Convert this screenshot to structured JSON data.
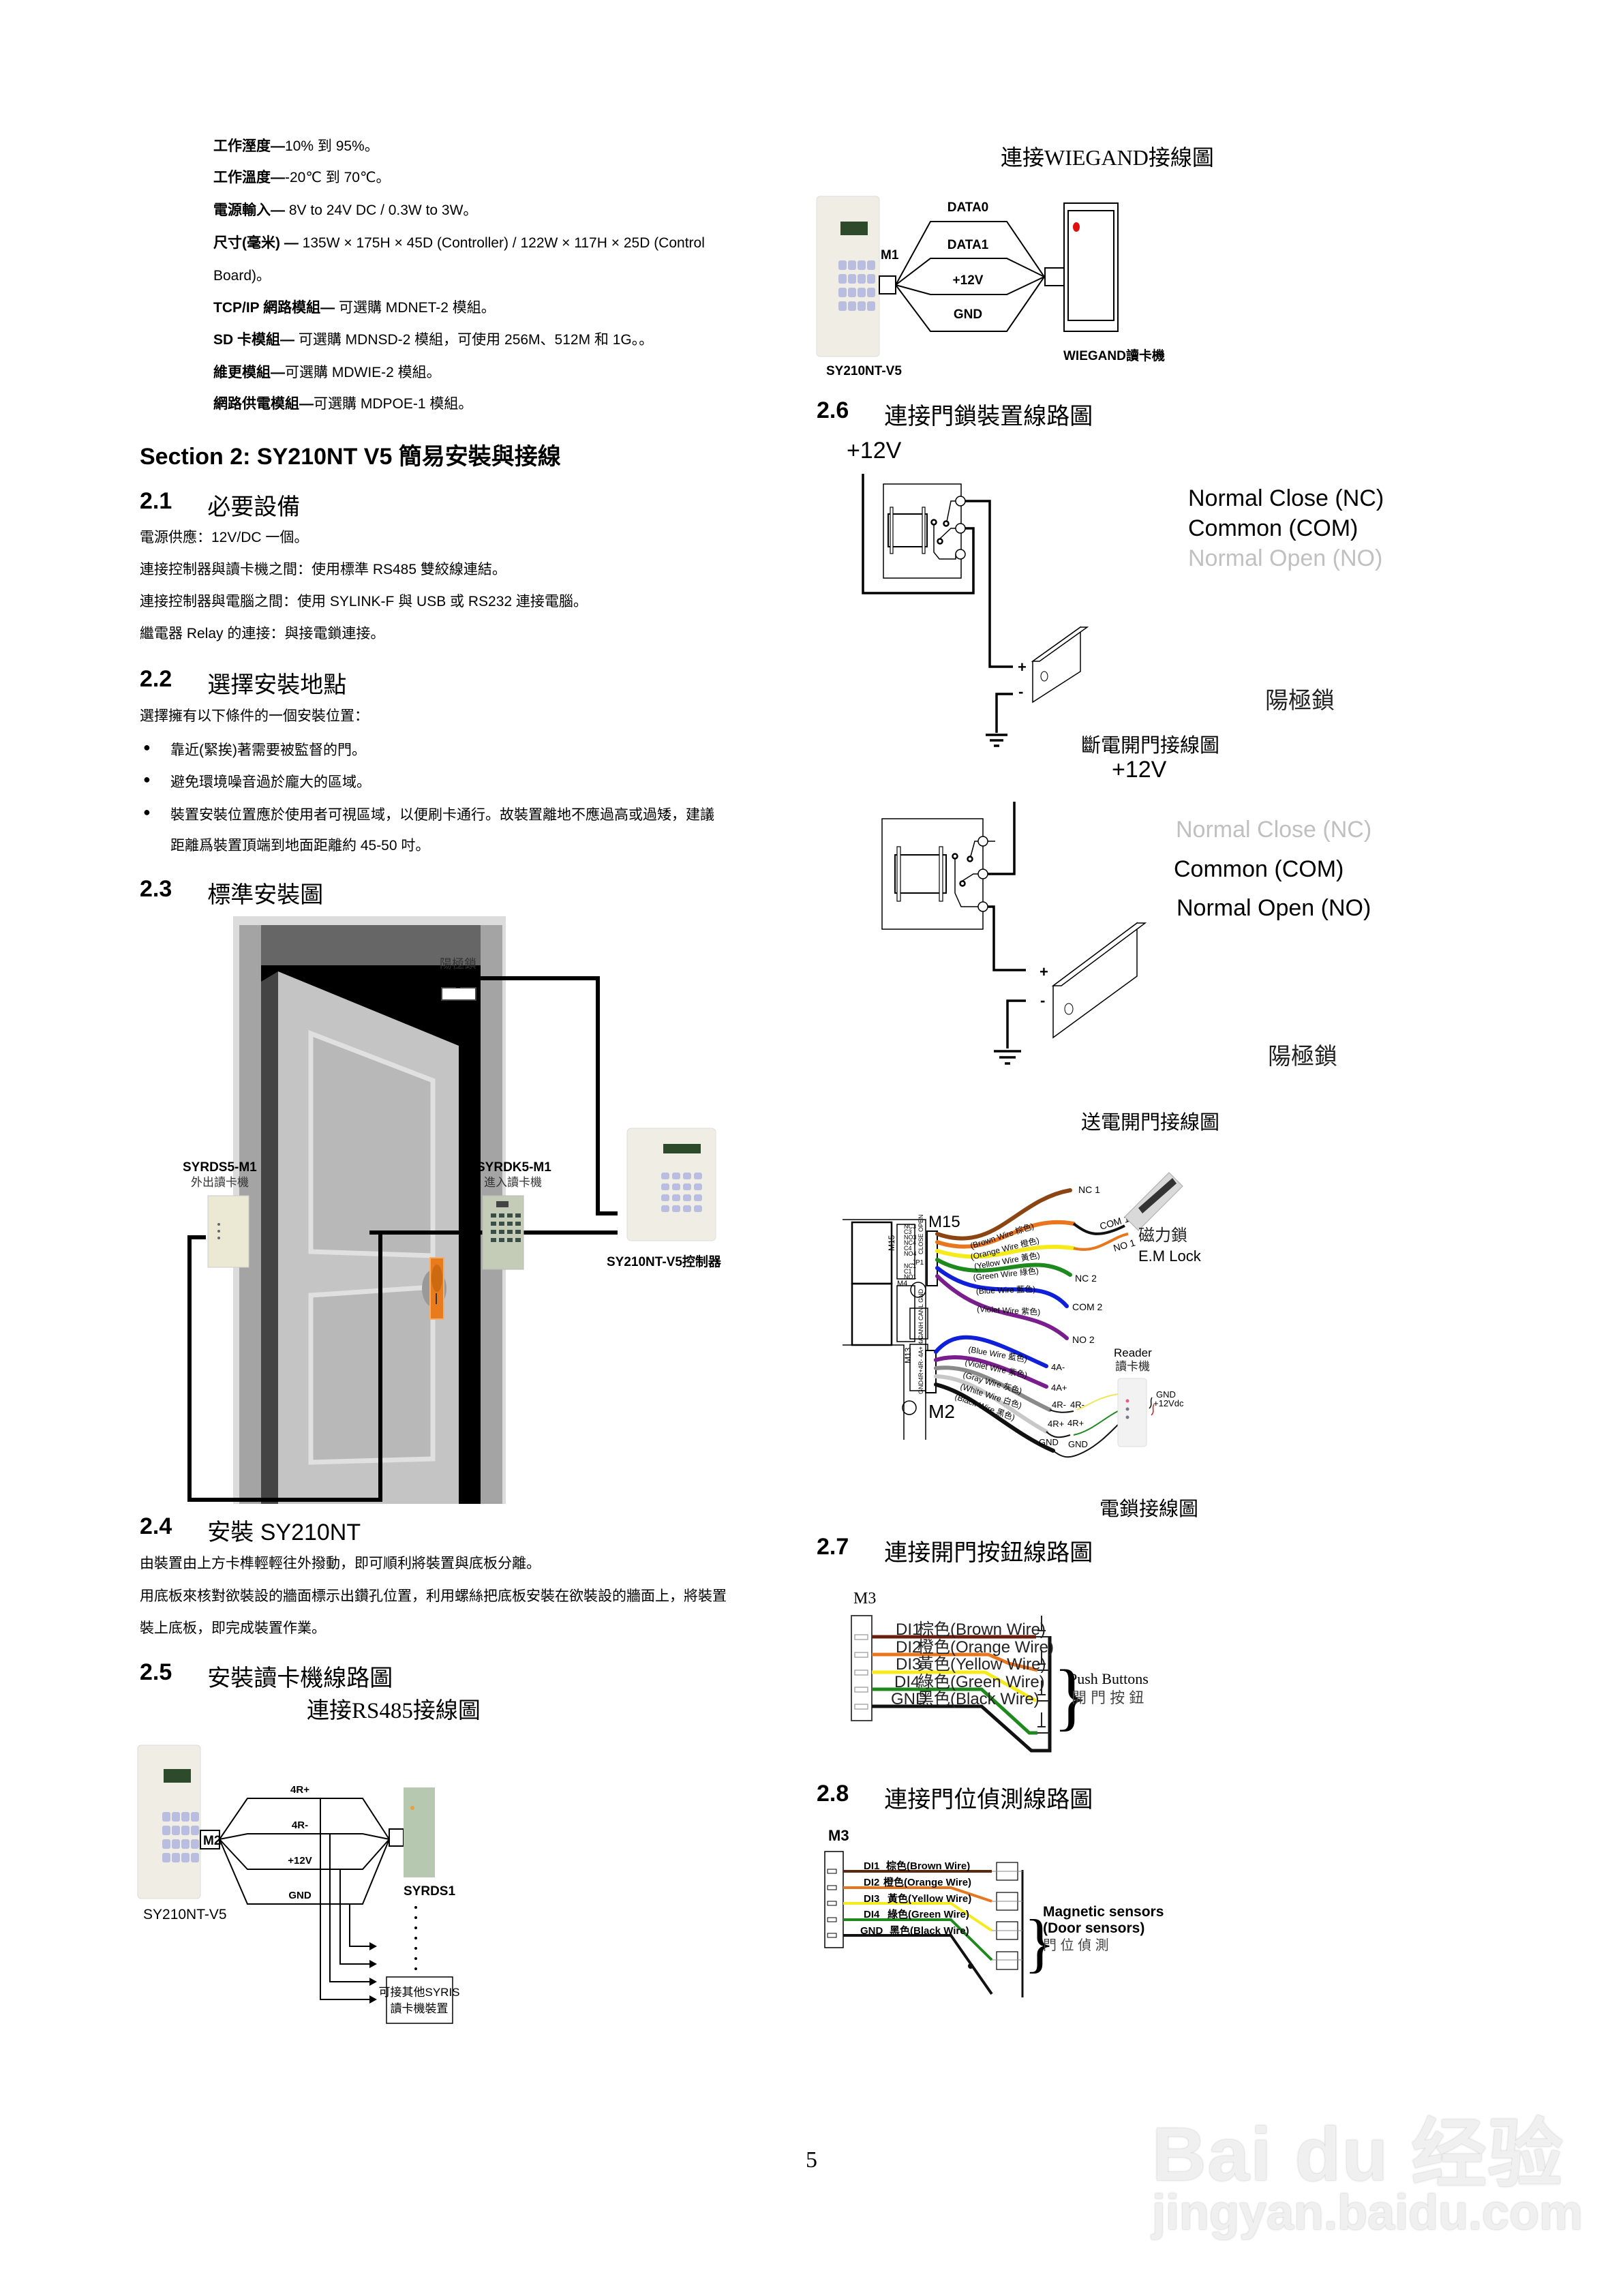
{
  "specs": [
    {
      "label": "工作溼度—",
      "value": "10%  到 95%。",
      "label_bold": true
    },
    {
      "label": "工作溫度—",
      "value": "-20℃  到  70℃。",
      "label_bold": true
    },
    {
      "label": "電源輸入—",
      "value": " 8V to 24V DC / 0.3W to 3W。",
      "label_bold": true
    },
    {
      "label": "尺寸(毫米) — ",
      "value": "135W × 175H × 45D (Controller) / 122W × 117H × 25D (Control",
      "label_bold": true
    },
    {
      "label": "",
      "value": "Board)。",
      "label_bold": false
    },
    {
      "label": "TCP/IP 網路模組— ",
      "value": " 可選購 MDNET-2 模組。",
      "label_bold": true
    },
    {
      "label": "SD 卡模組— ",
      "value": " 可選購 MDNSD-2 模組，可使用 256M、512M 和 1G。。",
      "label_bold": true
    },
    {
      "label": "維更模組—",
      "value": "可選購 MDWIE-2 模組。",
      "label_bold": true
    },
    {
      "label": "網路供電模組—",
      "value": "可選購 MDPOE-1 模組。",
      "label_bold": true
    }
  ],
  "section_title": "Section 2: SY210NT V5 簡易安裝與接線",
  "s21": {
    "num": "2.1",
    "title": "必要設備",
    "lines": [
      "電源供應：12V/DC  一個。",
      "連接控制器與讀卡機之間：使用標準 RS485 雙絞線連結。",
      "連接控制器與電腦之間：使用 SYLINK-F 與 USB 或 RS232 連接電腦。",
      "繼電器 Relay 的連接：與接電鎖連接。"
    ]
  },
  "s22": {
    "num": "2.2",
    "title": "選擇安裝地點",
    "intro": "選擇擁有以下條件的一個安裝位置：",
    "bullets": [
      "靠近(緊挨)著需要被監督的門。",
      "避免環境噪音過於龐大的區域。",
      "裝置安裝位置應於使用者可視區域，以便刷卡通行。故裝置離地不應過高或過矮，建議",
      "距離爲裝置頂端到地面距離約 45-50  吋。"
    ]
  },
  "s23": {
    "num": "2.3",
    "title": "標準安裝圖",
    "lock_label": "陽極鎖",
    "left_reader_model": "SYRDS5-M1",
    "left_reader_desc": "外出讀卡機",
    "right_reader_model": "SYRDK5-M1",
    "right_reader_desc": "進入讀卡機",
    "controller_label": "SY210NT-V5控制器"
  },
  "s24": {
    "num": "2.4",
    "title": "安裝 SY210NT",
    "lines": [
      "由裝置由上方卡榫輕輕往外撥動，即可順利將裝置與底板分離。",
      "用底板來核對欲裝設的牆面標示出鑽孔位置，利用螺絲把底板安裝在欲裝設的牆面上，將裝置",
      "裝上底板，即完成裝置作業。"
    ]
  },
  "s25": {
    "num": "2.5",
    "title": "安裝讀卡機線路圖",
    "diagram_title": "連接RS485接線圖",
    "port": "M2",
    "wires": [
      "4R+",
      "4R-",
      "+12V",
      "GND"
    ],
    "controller_label": "SY210NT-V5",
    "reader_label": "SYRDS1",
    "other_box_line1": "可接其他SYRIS",
    "other_box_line2": "讀卡機裝置"
  },
  "wiegand": {
    "diagram_title": "連接WIEGAND接線圖",
    "port": "M1",
    "wires": [
      "DATA0",
      "DATA1",
      "+12V",
      "GND"
    ],
    "controller_label": "SY210NT-V5",
    "reader_label": "WIEGAND讀卡機"
  },
  "s26": {
    "num": "2.6",
    "title": "連接門鎖裝置線路圖",
    "diagram1": {
      "supply": "+12V",
      "nc": "Normal Close  (NC)",
      "com": "Common (COM)",
      "no": "Normal Open (NO)",
      "plus": "+",
      "minus": "-",
      "lock": "陽極鎖",
      "caption": "斷電開門接線圖"
    },
    "diagram2": {
      "supply": "+12V",
      "nc": "Normal Close    (NC)",
      "com": "Common   (COM)",
      "no": "Normal Open    (NO)",
      "plus": "+",
      "minus": "-",
      "lock": "陽極鎖",
      "caption": "送電開門接線圖"
    }
  },
  "emlock": {
    "caption": "電鎖接線圖",
    "port_top": "M15",
    "port_bottom": "M2",
    "top_wires": [
      {
        "label": "(Brown Wire 棕色)",
        "end": "NC 1",
        "color": "#8B4513"
      },
      {
        "label": "(Orange Wire 橙色)",
        "end": "COM 1",
        "color": "#E8761E"
      },
      {
        "label": "(Yellow Wire 黃色)",
        "end": "NO 1",
        "color": "#F5EB1A"
      },
      {
        "label": "(Green Wire 綠色)",
        "end": "NC 2",
        "color": "#1E8A1E"
      },
      {
        "label": "(Blue Wire 藍色)",
        "end": "COM 2",
        "color": "#1020D8"
      },
      {
        "label": "(Violet Wire 紫色)",
        "end": "NO 2",
        "color": "#7A1E8E"
      }
    ],
    "bottom_wires": [
      {
        "label": "(Blue Wire 藍色)",
        "end": "4A-",
        "color": "#1020D8"
      },
      {
        "label": "(Violet Wire 紫色)",
        "end": "4A+",
        "color": "#7A1E8E"
      },
      {
        "label": "(Gray Wire 灰色)",
        "end": "4R-",
        "color": "#8A8A8A"
      },
      {
        "label": "(White Wire 白色)",
        "end": "4R+",
        "color": "#C8C8C8"
      },
      {
        "label": "(Black  Wire 黑色)",
        "end": "GND",
        "color": "#111111"
      }
    ],
    "reader_terms": [
      "4R-",
      "4R+",
      "GND"
    ],
    "lock_label_cn": "磁力鎖",
    "lock_label_en": "E.M  Lock",
    "reader_label_en": "Reader",
    "reader_label_cn": "讀卡機",
    "reader_power_gnd": "GND",
    "reader_power_v": "+12Vdc",
    "pcb_labels": {
      "m15": "M15",
      "m4": "M4",
      "m13": "M13",
      "m7": "M7",
      "jp1": "JP1",
      "relay3": [
        "NC3",
        "C3",
        "NO3",
        "NC4",
        "C4",
        "NO4"
      ],
      "relay1": [
        "NC1",
        "C1",
        "NO1"
      ],
      "nc2": "NC2",
      "canbus": "CANBUS",
      "jp_side": "CLOSE OPEN",
      "can_side": "CANH CANL GND",
      "m2_side": "GND4R+4R- 4A+ 4A-"
    }
  },
  "s27": {
    "num": "2.7",
    "title": "連接開門按鈕線路圖",
    "port": "M3",
    "wires": [
      {
        "id": "DI1",
        "label": "棕色(Brown Wire)",
        "color": "#5a2a10"
      },
      {
        "id": "DI2",
        "label": "橙色(Orange Wire)",
        "color": "#E8761E"
      },
      {
        "id": "DI3",
        "label": "黃色(Yellow Wire)",
        "color": "#F5EB1A"
      },
      {
        "id": "DI4",
        "label": "綠色(Green Wire)",
        "color": "#1E8A1E"
      },
      {
        "id": "GND",
        "label": "黑色(Black Wire)",
        "color": "#111111"
      }
    ],
    "group_en": "Push Buttons",
    "group_cn": "開 門 按 鈕"
  },
  "s28": {
    "num": "2.8",
    "title": "連接門位偵測線路圖",
    "port": "M3",
    "wires": [
      {
        "id": "DI1",
        "label": "棕色(Brown Wire)",
        "color": "#5a2a10"
      },
      {
        "id": "DI2",
        "label": "橙色(Orange Wire)",
        "color": "#E8761E"
      },
      {
        "id": "DI3",
        "label": "黃色(Yellow Wire)",
        "color": "#F5EB1A"
      },
      {
        "id": "DI4",
        "label": "綠色(Green Wire)",
        "color": "#1E8A1E"
      },
      {
        "id": "GND",
        "label": "黑色(Black Wire)",
        "color": "#111111"
      }
    ],
    "group_en1": "Magnetic sensors",
    "group_en2": "(Door sensors)",
    "group_cn": "門 位 偵 測"
  },
  "page_number": "5",
  "watermark": {
    "brand": "Bai du 经验",
    "url": "jingyan.baidu.com"
  }
}
